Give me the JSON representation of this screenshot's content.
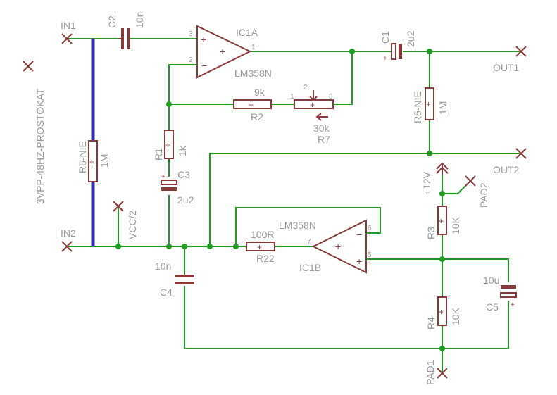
{
  "title": "3VPP-48HZ-PROSTOKAT",
  "nets": {
    "in1": "IN1",
    "in2": "IN2",
    "out1": "OUT1",
    "out2": "OUT2",
    "vcc2": "VCC/2",
    "vplus": "+12V",
    "pad1": "PAD1",
    "pad2": "PAD2"
  },
  "ic1a": {
    "name": "IC1A",
    "value": "LM358N",
    "pin_in_plus": "3",
    "pin_in_minus": "2",
    "pin_out": "1"
  },
  "ic1b": {
    "name": "IC1B",
    "value": "LM358N",
    "pin_in_plus": "5",
    "pin_in_minus": "6",
    "pin_out": "7"
  },
  "c1": {
    "name": "C1",
    "value": "2u2"
  },
  "c2": {
    "name": "C2",
    "value": "10n"
  },
  "c3": {
    "name": "C3",
    "value": "2u2"
  },
  "c4": {
    "name": "C4",
    "value": "10n"
  },
  "c5": {
    "name": "C5",
    "value": "10u"
  },
  "r1": {
    "name": "R1",
    "value": "1k"
  },
  "r2": {
    "name": "R2",
    "value": "9k"
  },
  "r3": {
    "name": "R3",
    "value": "10K"
  },
  "r4": {
    "name": "R4",
    "value": "10K"
  },
  "r5": {
    "name": "R5-NIE",
    "value": "1M"
  },
  "r6": {
    "name": "R6-NIE",
    "value": "1M"
  },
  "r7": {
    "name": "R7",
    "value": "30k",
    "pin1": "1",
    "pin2": "2",
    "pin3": "3"
  },
  "r22": {
    "name": "R22",
    "value": "100R"
  }
}
